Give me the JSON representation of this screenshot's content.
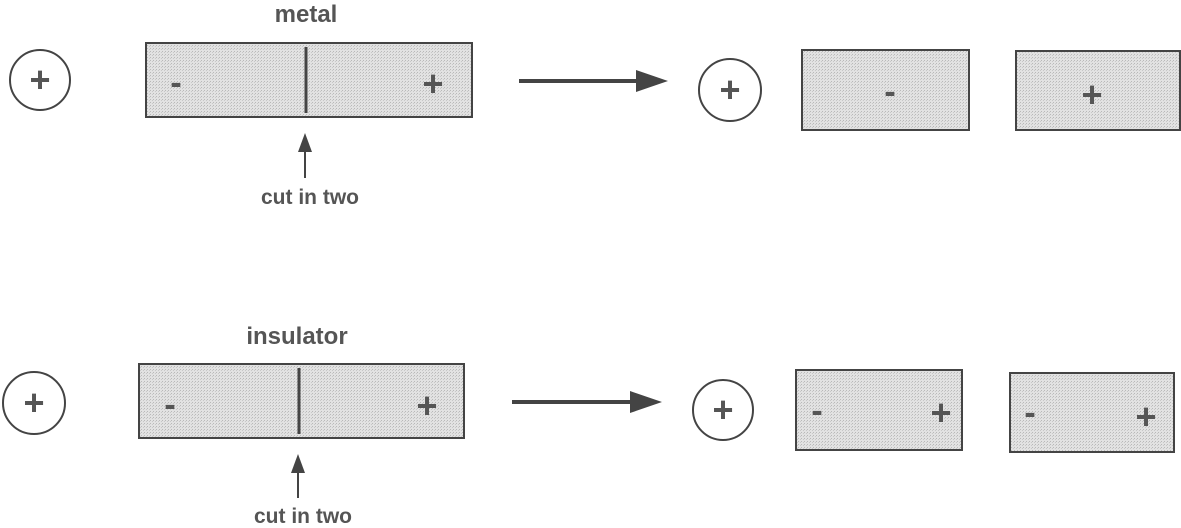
{
  "rows": [
    {
      "id": "metal",
      "title": "metal",
      "cut_label": "cut in two",
      "point_charge": "+",
      "bar_left_sign": "-",
      "bar_right_sign": "+",
      "result_left_signs": [
        "-"
      ],
      "result_right_signs": [
        "+"
      ]
    },
    {
      "id": "insulator",
      "title": "insulator",
      "cut_label": "cut in two",
      "point_charge": "+",
      "bar_left_sign": "-",
      "bar_right_sign": "+",
      "result_left_signs": [
        "-",
        "+"
      ],
      "result_right_signs": [
        "-",
        "+"
      ]
    }
  ],
  "colors": {
    "ink": "#555555",
    "fill": "#dcdcdc",
    "stroke": "#444444"
  }
}
